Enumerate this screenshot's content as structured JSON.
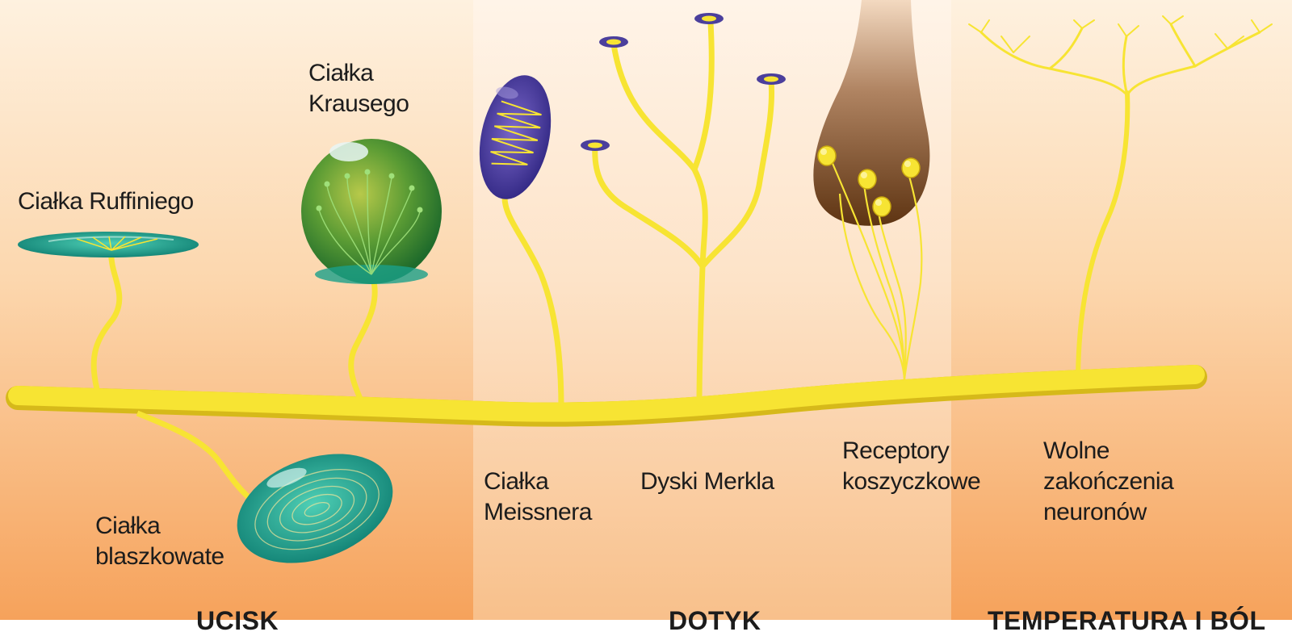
{
  "regions": {
    "pressure": "UCISK",
    "touch": "DOTYK",
    "temp_pain": "TEMPERATURA I BÓL"
  },
  "labels": {
    "ruffini": "Ciałka Ruffiniego",
    "krause": "Ciałka\nKrausego",
    "lamellar": "Ciałka\nblaszkowate",
    "meissner": "Ciałka\nMeissnera",
    "merkel": "Dyski Merkla",
    "basket": "Receptory\nkoszyczkowe",
    "free": "Wolne\nzakończenia\nneuronów"
  },
  "colors": {
    "nerve": "#f7e433",
    "nerve_shadow": "#d6b91a",
    "teal": "#1aa08a",
    "green": "#3f8d32",
    "purple": "#4b3f9c",
    "brown": "#6b3f17"
  }
}
